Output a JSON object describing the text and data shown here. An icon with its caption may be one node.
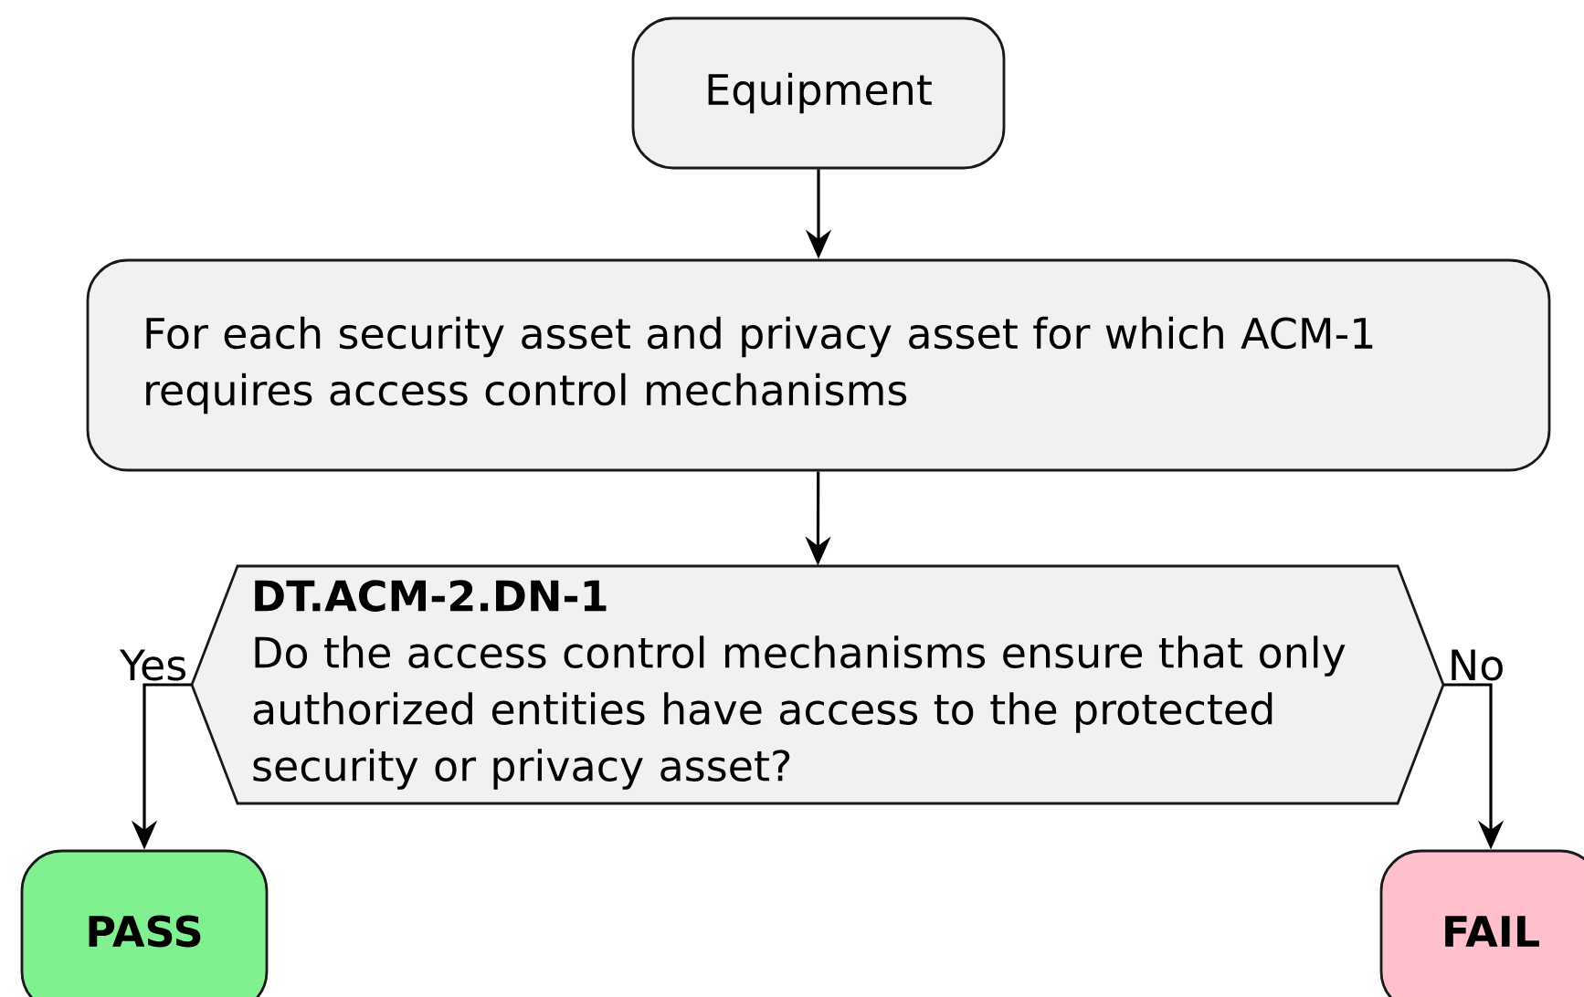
{
  "diagram": {
    "nodes": [
      {
        "text": [
          "Equipment"
        ]
      },
      {
        "text": [
          "For each security asset and privacy asset for which ACM-1 requires access control mechanisms"
        ]
      },
      {
        "text": [
          "DT.ACM-2.DN-1",
          "Do the access control mechanisms ensure that only authorized entities have access to the protected security or privacy asset?"
        ]
      },
      {
        "text": [
          "PASS"
        ]
      },
      {
        "text": [
          "FAIL"
        ]
      }
    ],
    "edges": [
      {
        "from": 0,
        "to": 1,
        "arrow": "to"
      },
      {
        "from": 1,
        "to": 2,
        "arrow": "to"
      },
      {
        "from": 2,
        "to": 3,
        "arrow": "to",
        "label": "Yes"
      },
      {
        "from": 2,
        "to": 4,
        "arrow": "to",
        "label": "No"
      }
    ]
  }
}
